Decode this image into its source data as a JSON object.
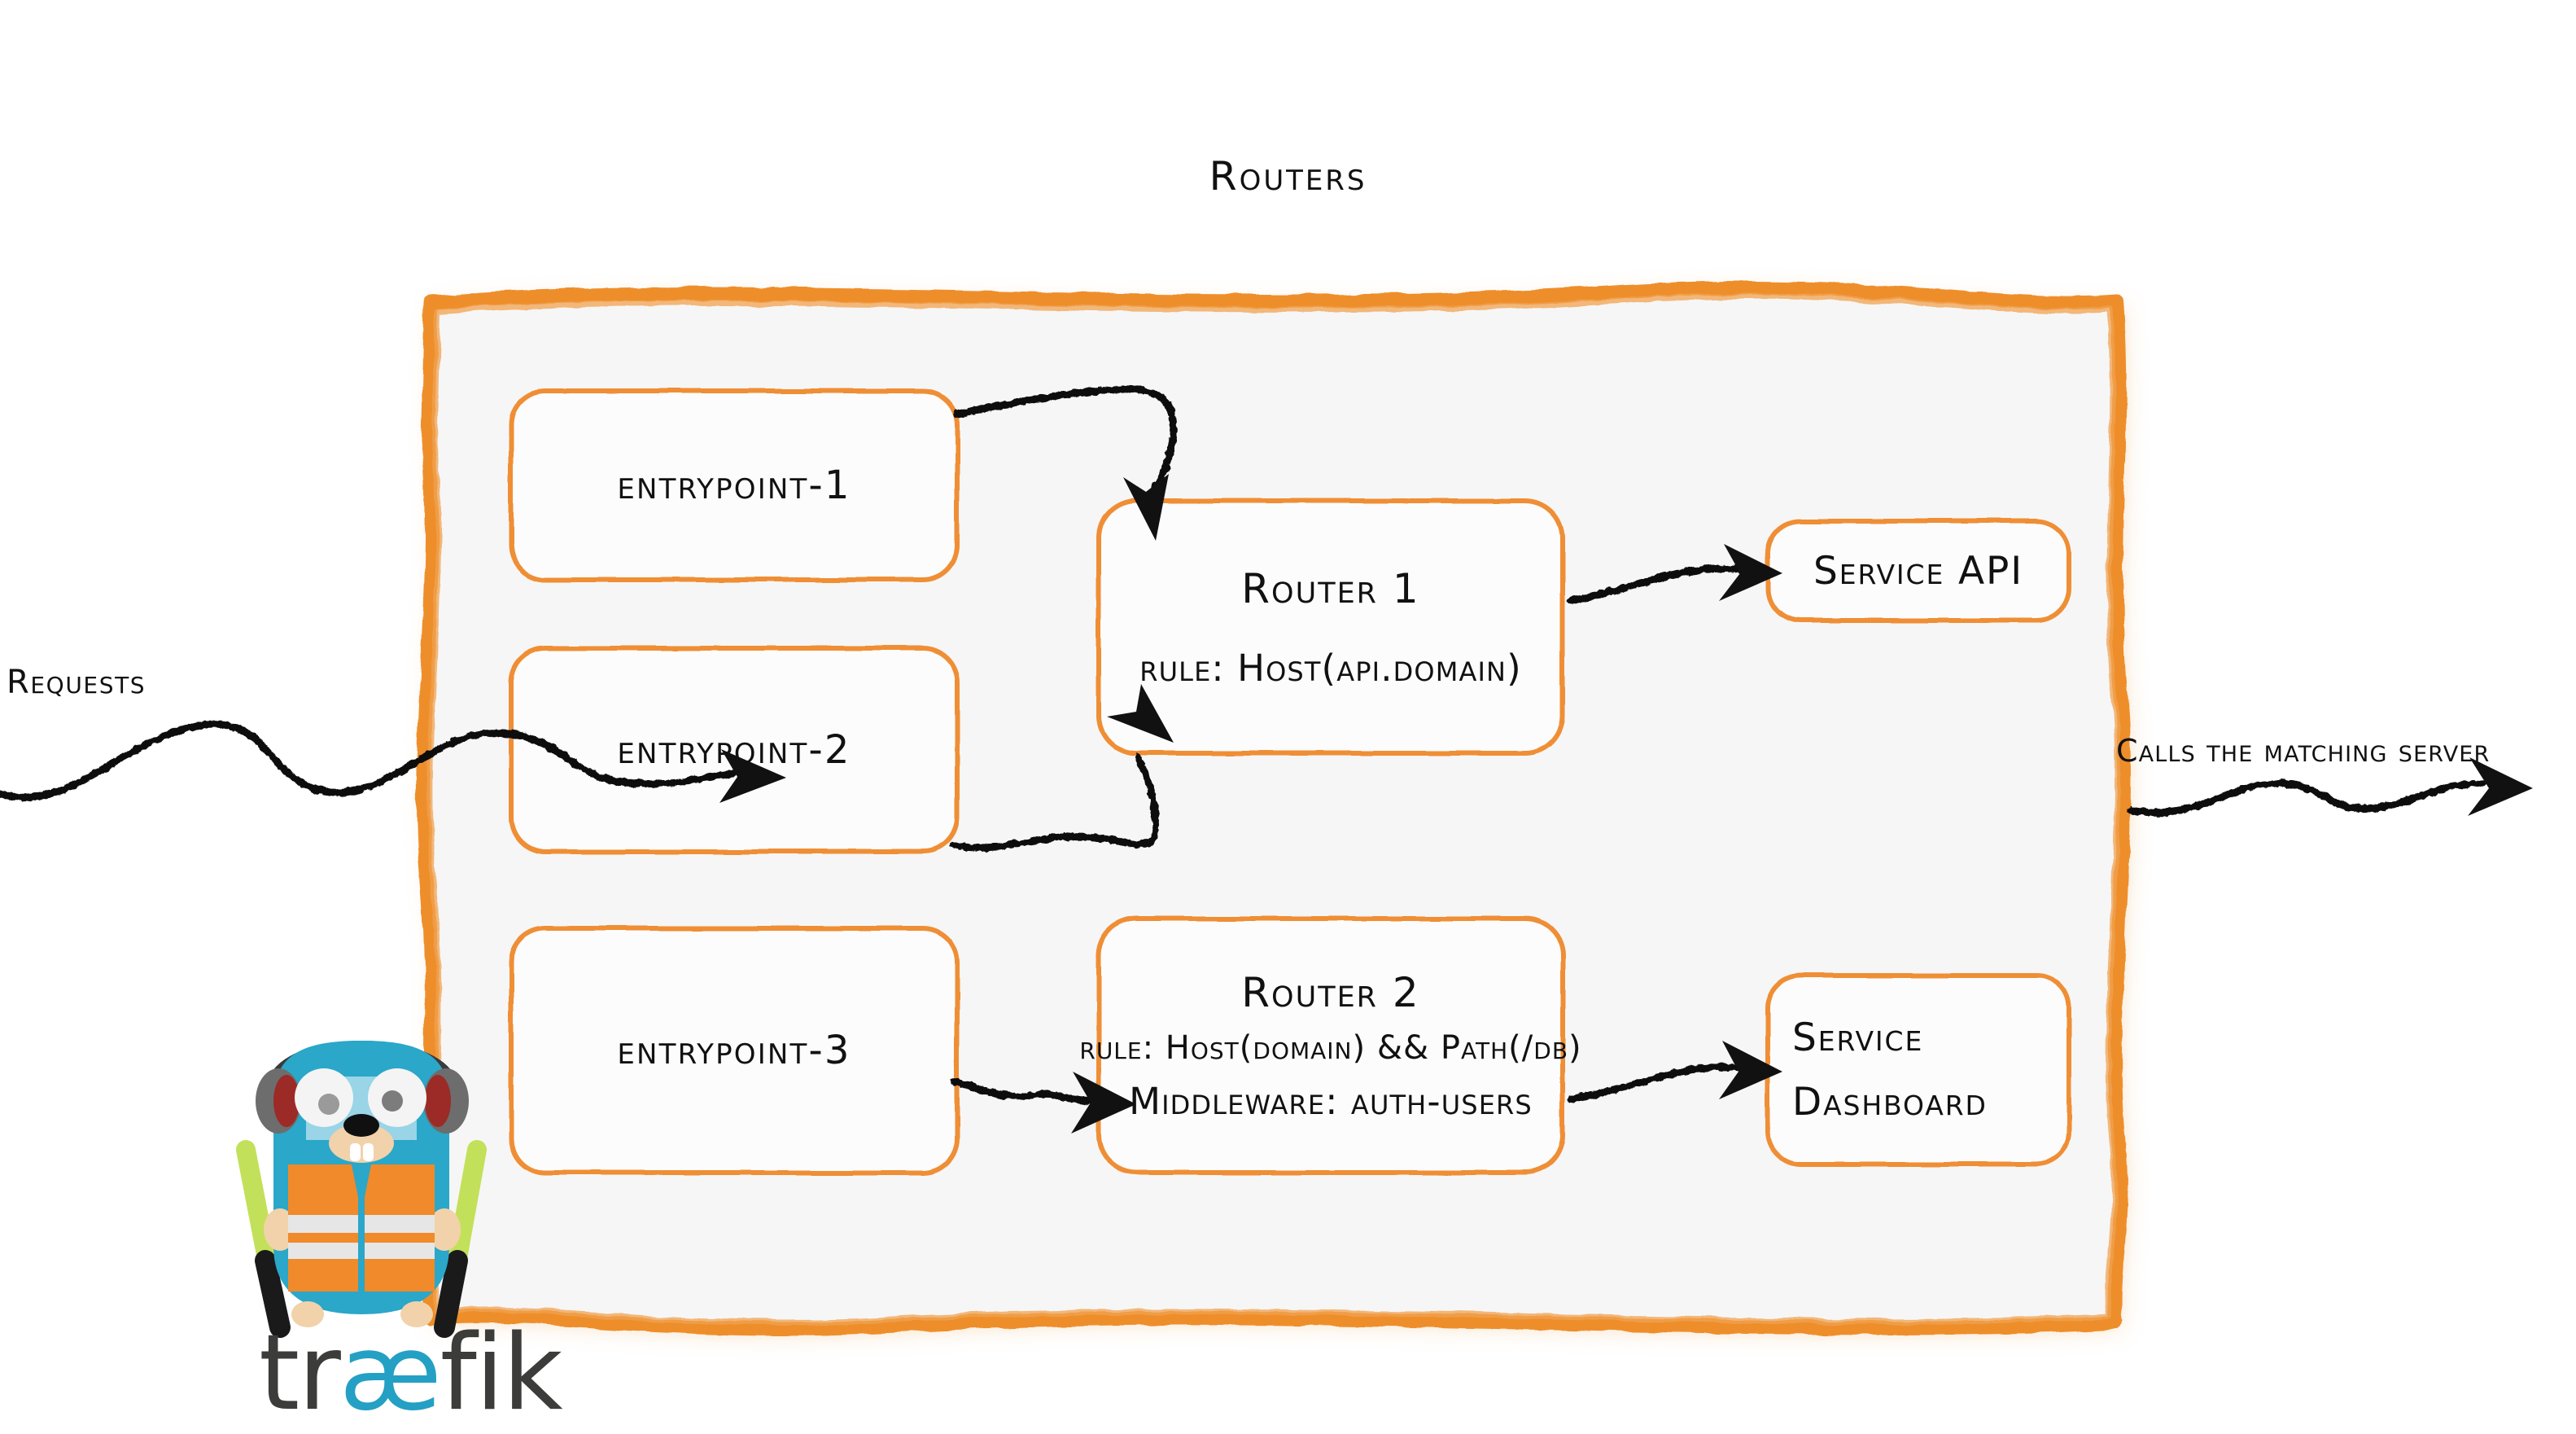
{
  "diagram": {
    "title": "Routers",
    "colors": {
      "accent_orange": "#ee8e2b",
      "box_border_orange": "#ef8e36",
      "panel_fill": "#f6f6f6",
      "ink": "#111111",
      "traefik_cyan": "#24a0c4",
      "traefik_dark": "#3c3c3b",
      "vest_orange": "#f08a2b",
      "glow_green": "#c3e05a"
    },
    "external_labels": {
      "requests": "Requests",
      "calls_server": "Calls the matching server"
    },
    "entrypoints": [
      {
        "label": "entrypoint-1"
      },
      {
        "label": "entrypoint-2"
      },
      {
        "label": "entrypoint-3"
      }
    ],
    "routers": [
      {
        "title": "Router 1",
        "lines": [
          "rule: Host(api.domain)"
        ]
      },
      {
        "title": "Router 2",
        "lines": [
          "rule: Host(domain) && Path(/db)",
          "Middleware: auth-users"
        ]
      }
    ],
    "services": [
      {
        "lines": [
          "Service API"
        ]
      },
      {
        "lines": [
          "Service",
          "Dashboard"
        ]
      }
    ],
    "logo": {
      "wordmark_before": "tr",
      "wordmark_ae": "æ",
      "wordmark_after": "fik",
      "mascot": "traefik-gopher-mascot"
    }
  }
}
